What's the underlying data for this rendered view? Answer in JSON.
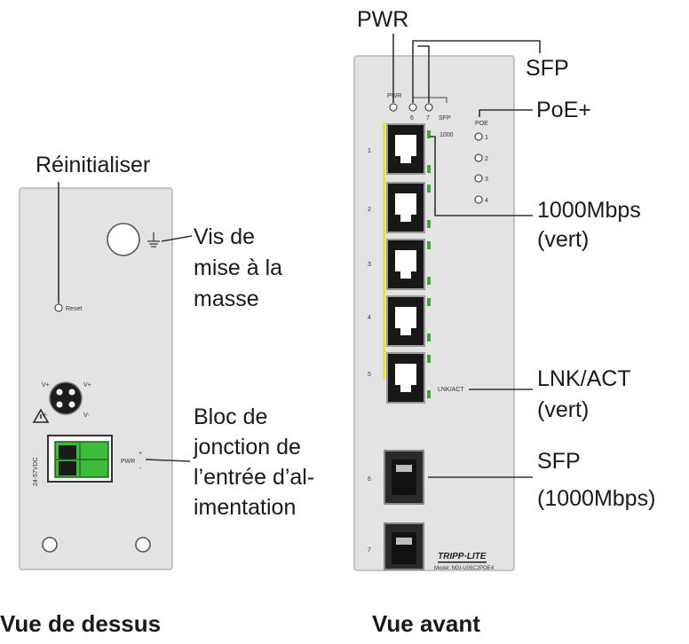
{
  "labels": {
    "reset": "Réinitialiser",
    "ground_1": "Vis de",
    "ground_2": "mise à la",
    "ground_3": "masse",
    "power_1": "Bloc de",
    "power_2": "jonction de",
    "power_3": "l’entrée d’al-",
    "power_4": "imentation",
    "pwr": "PWR",
    "sfp": "SFP",
    "poe": "PoE+",
    "gig_1": "1000Mbps",
    "gig_2": "(vert)",
    "lnk_1": "LNK/ACT",
    "lnk_2": "(vert)",
    "sfp_port_1": "SFP",
    "sfp_port_2": "(1000Mbps)"
  },
  "captions": {
    "top_view": "Vue de dessus",
    "front_view": "Vue avant"
  },
  "device_print": {
    "reset": "Reset",
    "voltage": "24-57VDC",
    "pwr_block": "PWR",
    "plus": "+",
    "minus": "-",
    "led_pwr": "PWR",
    "led_6": "6",
    "led_7": "7",
    "led_sfp": "SFP",
    "speed_1000": "1000",
    "poe": "POE",
    "poe_leds": [
      "1",
      "2",
      "3",
      "4"
    ],
    "ports": [
      "1",
      "2",
      "3",
      "4",
      "5"
    ],
    "sfp_ports": [
      "6",
      "7"
    ],
    "lnk_act": "LNK/ACT",
    "brand": "TRIPP·LITE",
    "model": "Model: NGI-U05C2POE4",
    "v_labels": [
      "V+",
      "V+",
      "V-",
      "V-"
    ]
  },
  "colors": {
    "panel": "#e3e3e3",
    "green_led": "#3fa535",
    "terminal_green": "#3dbb3d",
    "port_accent": "#e8e23a"
  }
}
